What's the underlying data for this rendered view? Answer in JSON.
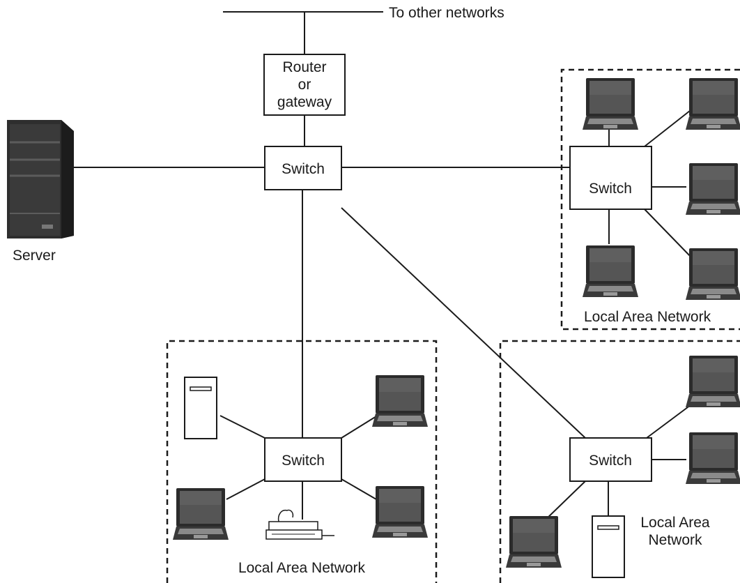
{
  "diagram": {
    "external_label": "To other networks",
    "router_label": [
      "Router",
      "or",
      "gateway"
    ],
    "switch_label": "Switch",
    "server_label": "Server",
    "lan_right_top_label": "Local Area Network",
    "lan_bottom_left_label": "Local Area Network",
    "lan_bottom_right_label": [
      "Local Area",
      "Network"
    ]
  },
  "icons": {
    "server": "server-tower-icon",
    "laptop": "laptop-icon",
    "desktop": "desktop-tower-icon",
    "printer": "printer-icon"
  },
  "colors": {
    "line": "#1a1a1a",
    "device_dark": "#333333",
    "screen": "#4a4a4a"
  }
}
